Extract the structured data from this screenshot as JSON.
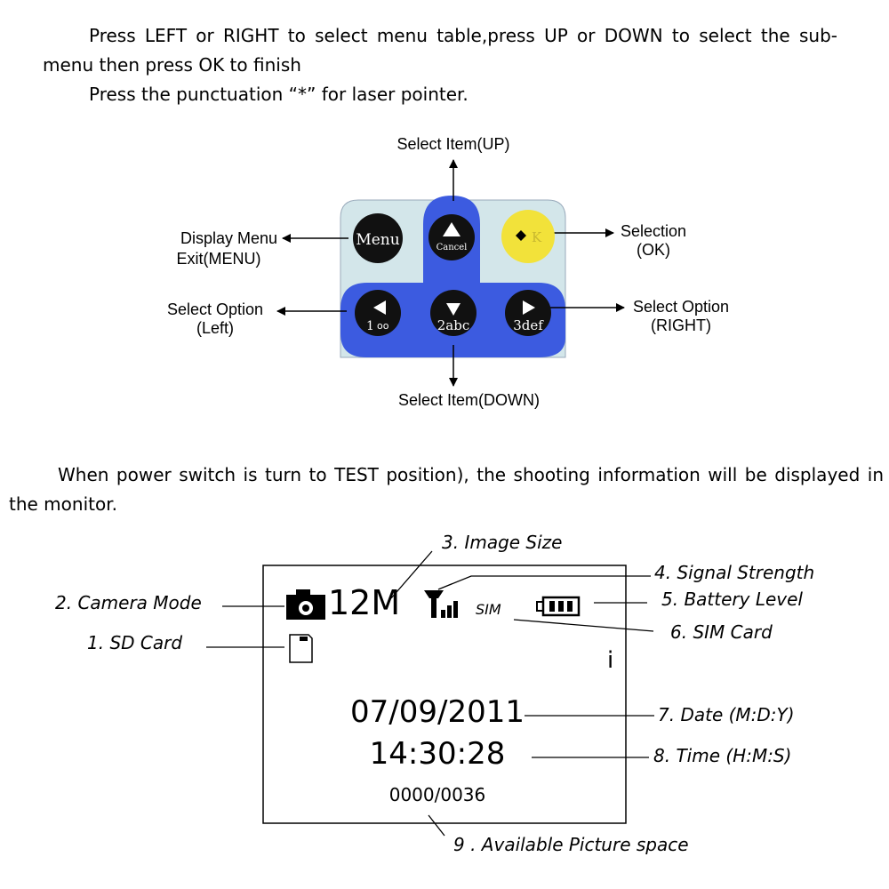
{
  "instructions": {
    "line1": "Press LEFT or RIGHT to select menu table,press UP or DOWN to select the sub-menu then press OK to finish",
    "line2": "Press the punctuation “*” for laser pointer."
  },
  "keypad": {
    "labels": {
      "up": "Select Item(UP)",
      "menu_l1": "Display Menu",
      "menu_l2": "Exit(MENU)",
      "ok_l1": "Selection",
      "ok_l2": "(OK)",
      "left_l1": "Select Option",
      "left_l2": "(Left)",
      "right_l1": "Select Option",
      "right_l2": "(RIGHT)",
      "down": "Select Item(DOWN)"
    },
    "keys": {
      "menu": "Menu",
      "cancel": "Cancel",
      "ok": "K",
      "left": "1",
      "down": "2abc",
      "right": "3def"
    },
    "colors": {
      "panel": "#d3e6ea",
      "key_bg": "#3c5be0",
      "key": "#111111",
      "ok": "#f2e23a"
    }
  },
  "test_mode_text": "When power switch is turn to TEST position), the shooting information will be displayed in the monitor.",
  "monitor": {
    "image_size": "12M",
    "sim": "SIM",
    "date": "07/09/2011",
    "time": "14:30:28",
    "counter": "0000/0036",
    "stray": "i"
  },
  "annotations": {
    "image_size": "3. Image Size",
    "signal": "4. Signal Strength",
    "camera_mode": "2. Camera Mode",
    "battery": "5. Battery Level",
    "sd_card": "1. SD Card",
    "sim_card": "6. SIM Card",
    "date": "7. Date (M:D:Y)",
    "time": "8. Time (H:M:S)",
    "picture_space": "9 . Available Picture space"
  }
}
